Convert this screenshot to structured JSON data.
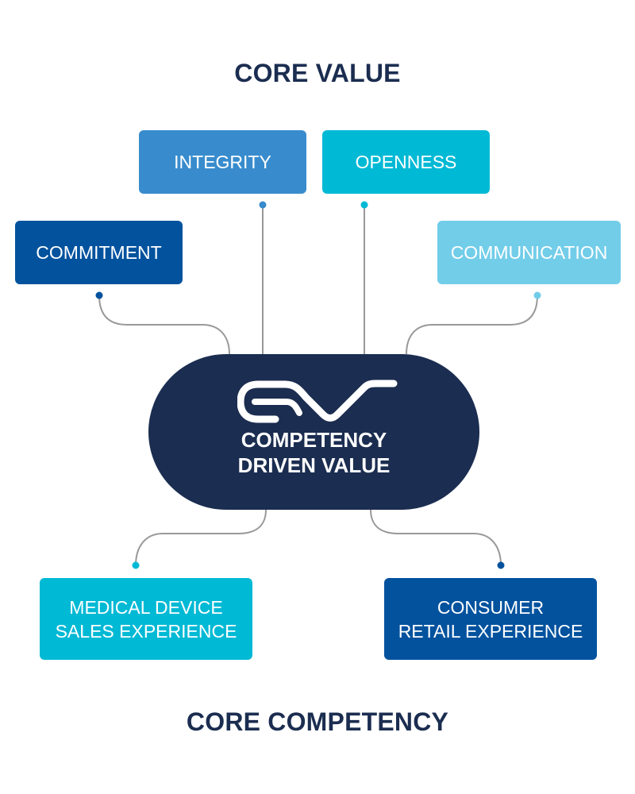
{
  "titles": {
    "top": "CORE VALUE",
    "bottom": "CORE COMPETENCY"
  },
  "center": {
    "logo_icon": "ev-logo-icon",
    "line1": "COMPETENCY",
    "line2": "DRIVEN VALUE",
    "color": "#1b2d50"
  },
  "core_values": [
    {
      "label": "INTEGRITY",
      "color": "#388ccd"
    },
    {
      "label": "OPENNESS",
      "color": "#00b9d5"
    },
    {
      "label": "COMMITMENT",
      "color": "#02529e"
    },
    {
      "label": "COMMUNICATION",
      "color": "#72cde9"
    }
  ],
  "core_competencies": [
    {
      "line1": "MEDICAL DEVICE",
      "line2": "SALES EXPERIENCE",
      "color": "#00b9d5"
    },
    {
      "line1": "CONSUMER",
      "line2": "RETAIL EXPERIENCE",
      "color": "#02529e"
    }
  ],
  "connector_color": "#999999"
}
